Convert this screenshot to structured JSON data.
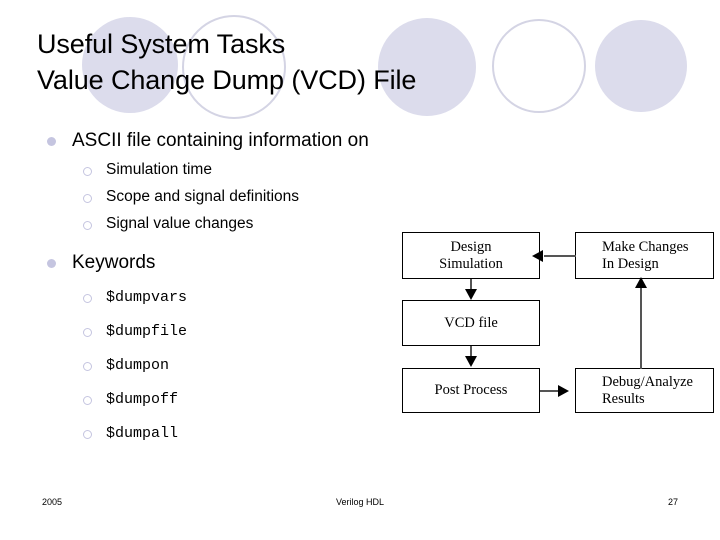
{
  "slide": {
    "title_lines": [
      "Useful System Tasks",
      "Value Change Dump (VCD) File"
    ],
    "decorations": {
      "fill_color": "#dcdcec",
      "outline_color": "#d4d4e4",
      "circles": [
        {
          "name": "circle-1",
          "style": "filled"
        },
        {
          "name": "circle-2",
          "style": "outline"
        },
        {
          "name": "circle-3",
          "style": "filled"
        },
        {
          "name": "circle-4",
          "style": "outline"
        },
        {
          "name": "circle-5",
          "style": "filled"
        }
      ]
    },
    "bullet_color": "#c5c5e0"
  },
  "content": {
    "ascii_group": {
      "heading": "ASCII file containing information on",
      "sub_items": [
        "Simulation time",
        "Scope and signal definitions",
        "Signal value changes"
      ]
    },
    "keywords_group": {
      "heading": "Keywords",
      "sub_items": [
        "$dumpvars",
        "$dumpfile",
        "$dumpon",
        "$dumpoff",
        "$dumpall"
      ]
    }
  },
  "diagram": {
    "boxes": {
      "design_simulation": "Design\nSimulation",
      "design_simulation_line1": "Design",
      "design_simulation_line2": "Simulation",
      "vcd_file": "VCD file",
      "post_process": "Post Process",
      "make_changes_line1": "Make Changes",
      "make_changes_line2": "In Design",
      "debug_analyze_line1": "Debug/Analyze",
      "debug_analyze_line2": "Results"
    },
    "edges": [
      {
        "from": "design_simulation",
        "to": "vcd_file",
        "direction": "down"
      },
      {
        "from": "vcd_file",
        "to": "post_process",
        "direction": "down"
      },
      {
        "from": "post_process",
        "to": "debug_analyze",
        "direction": "right"
      },
      {
        "from": "debug_analyze",
        "to": "make_changes",
        "direction": "up"
      },
      {
        "from": "make_changes",
        "to": "design_simulation",
        "direction": "left"
      }
    ]
  },
  "footer": {
    "date": "2005",
    "center": "Verilog HDL",
    "page": "27"
  }
}
